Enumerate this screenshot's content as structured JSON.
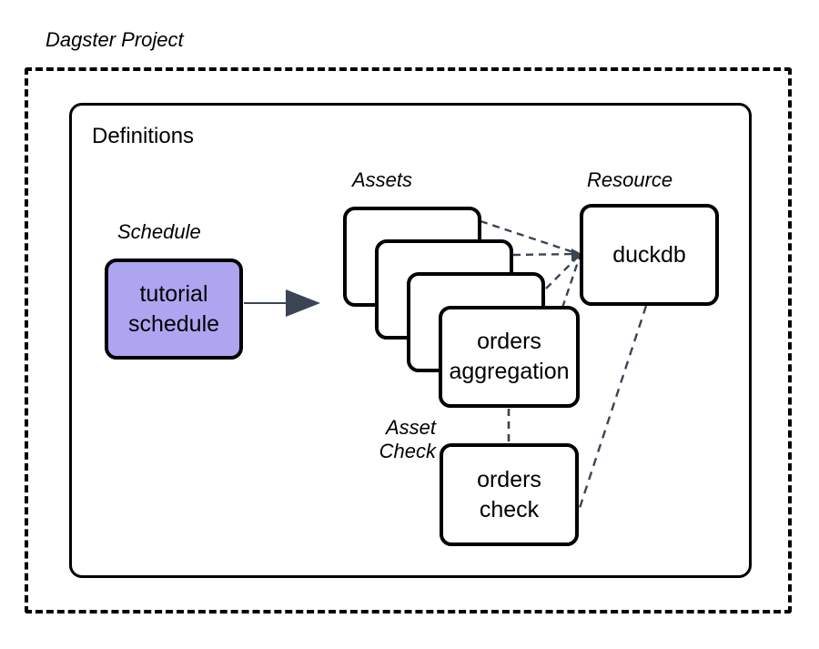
{
  "diagram": {
    "title": "Dagster Project",
    "container_label": "Definitions",
    "groups": {
      "schedule": "Schedule",
      "assets": "Assets",
      "resource": "Resource",
      "asset_check": "Asset\nCheck"
    },
    "nodes": {
      "schedule": {
        "label": "tutorial\nschedule",
        "fill": "#ada5f0",
        "stroke": "#000000"
      },
      "asset_1": {
        "label": "",
        "fill": "#ffffff",
        "stroke": "#000000"
      },
      "asset_2": {
        "label": "",
        "fill": "#ffffff",
        "stroke": "#000000"
      },
      "asset_3": {
        "label": "",
        "fill": "#ffffff",
        "stroke": "#000000"
      },
      "asset_4": {
        "label": "orders\naggregation",
        "fill": "#ffffff",
        "stroke": "#000000"
      },
      "resource": {
        "label": "duckdb",
        "fill": "#ffffff",
        "stroke": "#000000"
      },
      "asset_check": {
        "label": "orders\ncheck",
        "fill": "#ffffff",
        "stroke": "#000000"
      }
    },
    "edges": [
      {
        "name": "schedule-to-assets",
        "from": "schedule",
        "to": "assets",
        "style": "solid-arrow",
        "color": "#3a4453"
      },
      {
        "name": "asset1-to-duckdb",
        "from": "asset_1",
        "to": "resource",
        "style": "dashed",
        "color": "#3a4453"
      },
      {
        "name": "asset2-to-duckdb",
        "from": "asset_2",
        "to": "resource",
        "style": "dashed",
        "color": "#3a4453"
      },
      {
        "name": "asset3-to-duckdb",
        "from": "asset_3",
        "to": "resource",
        "style": "dashed",
        "color": "#3a4453"
      },
      {
        "name": "asset4-to-duckdb",
        "from": "asset_4",
        "to": "resource",
        "style": "dashed",
        "color": "#3a4453"
      },
      {
        "name": "asset4-to-orders-check",
        "from": "asset_4",
        "to": "asset_check",
        "style": "dashed",
        "color": "#3a4453"
      },
      {
        "name": "duckdb-to-orders-check",
        "from": "resource",
        "to": "asset_check",
        "style": "dashed",
        "color": "#3a4453"
      }
    ],
    "frames": {
      "project": {
        "style": "dashed",
        "color": "#000000"
      },
      "definitions": {
        "style": "solid",
        "color": "#000000"
      }
    }
  }
}
